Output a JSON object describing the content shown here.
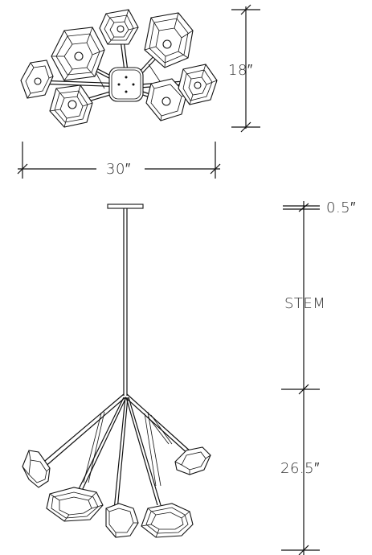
{
  "dimensions": {
    "top_height": "18″",
    "top_width": "30″",
    "canopy": "0.5″",
    "stem": "STEM",
    "body_height": "26.5″"
  },
  "colors": {
    "line": "#111111",
    "text": "#333333",
    "fill": "#dcdcdc"
  }
}
